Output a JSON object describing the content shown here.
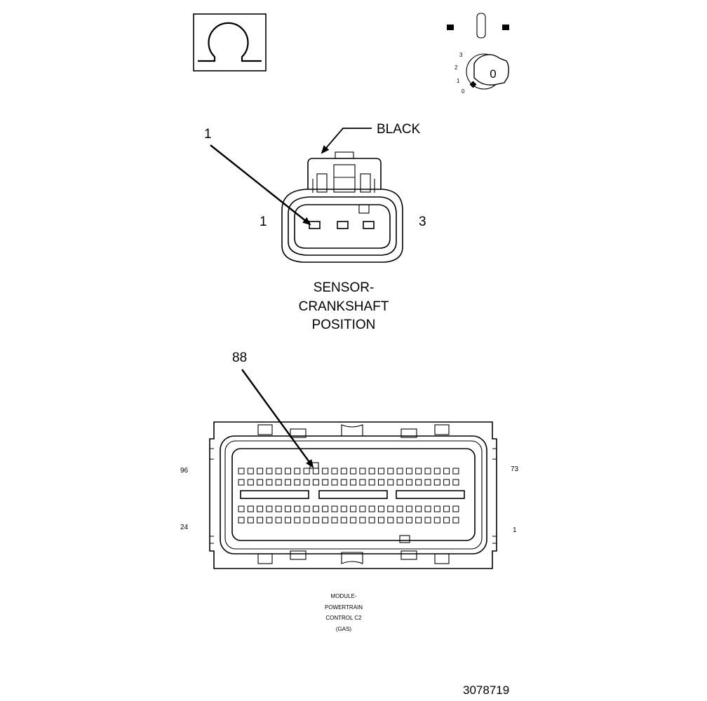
{
  "symbols": {
    "ohm_icon": "ohm-resistance-symbol",
    "ignition_icon": "ignition-key-off-symbol",
    "ignition_key_label": "0",
    "ignition_positions": [
      "3",
      "2",
      "1",
      "0"
    ]
  },
  "sensor_connector": {
    "callout_pin": "1",
    "color_label": "BLACK",
    "pin_left": "1",
    "pin_right": "3",
    "name_lines": [
      "SENSOR-",
      "CRANKSHAFT",
      "POSITION"
    ]
  },
  "pcm_connector": {
    "callout_pin": "88",
    "top_left": "96",
    "top_right": "73",
    "bottom_left": "24",
    "bottom_right": "1",
    "name_lines": [
      "MODULE-",
      "POWERTRAIN",
      "CONTROL C2",
      "(GAS)"
    ]
  },
  "figure_id": "3078719"
}
